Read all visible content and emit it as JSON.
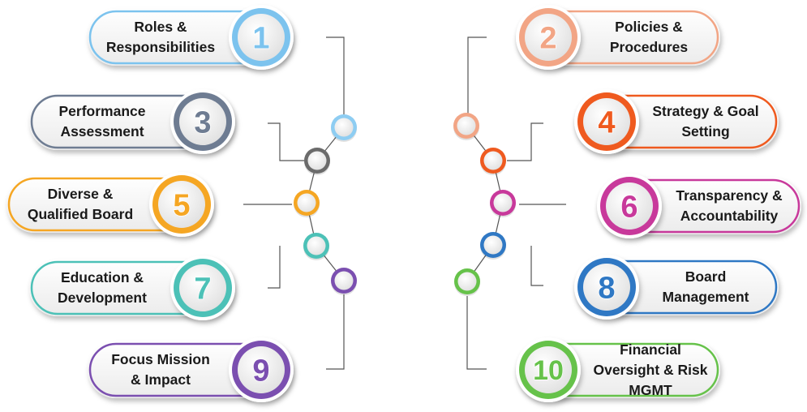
{
  "items": [
    {
      "number": "1",
      "text": "Roles &\nResponsibilities",
      "color": "#7cc3ee"
    },
    {
      "number": "2",
      "text": "Policies &\nProcedures",
      "color": "#f2a585"
    },
    {
      "number": "3",
      "text": "Performance\nAssessment",
      "color": "#6e7c92"
    },
    {
      "number": "4",
      "text": "Strategy & Goal\nSetting",
      "color": "#ef5a1f"
    },
    {
      "number": "5",
      "text": "Diverse &\nQualified Board",
      "color": "#f5a623"
    },
    {
      "number": "6",
      "text": "Transparency &\nAccountability",
      "color": "#c8399b"
    },
    {
      "number": "7",
      "text": "Education &\nDevelopment",
      "color": "#4cc1b7"
    },
    {
      "number": "8",
      "text": "Board\nManagement",
      "color": "#2f78c4"
    },
    {
      "number": "9",
      "text": "Focus Mission\n& Impact",
      "color": "#7b4fb0"
    },
    {
      "number": "10",
      "text": "Financial\nOversight & Risk\nMGMT",
      "color": "#66c24a"
    }
  ],
  "connector_colors": {
    "line": "#555555",
    "node_left_chain": [
      "#8ecdf2",
      "#6b6b6b",
      "#f5a623",
      "#4cc1b7",
      "#7b4fb0"
    ],
    "node_right_chain": [
      "#f2a585",
      "#ef5a1f",
      "#c8399b",
      "#2f78c4",
      "#66c24a"
    ]
  }
}
